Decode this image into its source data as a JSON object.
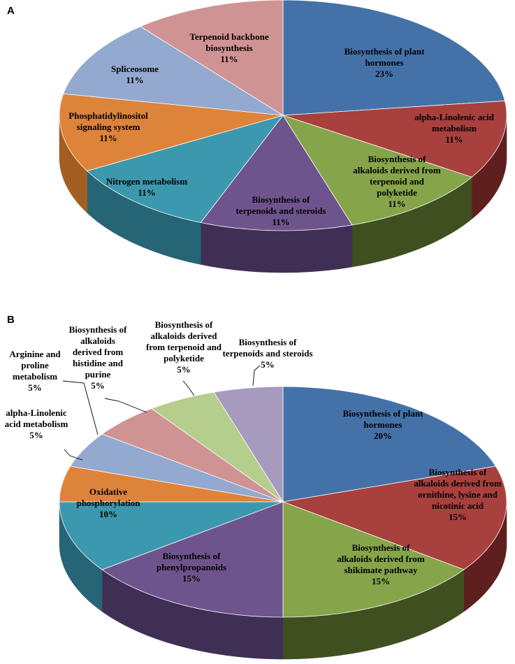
{
  "chart_data": [
    {
      "type": "pie",
      "panel_label": "A",
      "title": "",
      "slices": [
        {
          "label": "Biosynthesis of plant hormones",
          "percent": "23%",
          "value": 23,
          "color": "#4472A8",
          "side": "#2B4A6F"
        },
        {
          "label": "alpha-Linolenic acid metabolism",
          "percent": "11%",
          "value": 11,
          "color": "#A8403E",
          "side": "#5E1F1E"
        },
        {
          "label": "Biosynthesis of alkaloids derived from terpenoid and polyketide",
          "percent": "11%",
          "value": 11,
          "color": "#86A44A",
          "side": "#3F4F20"
        },
        {
          "label": "Biosynthesis of terpenoids and steroids",
          "percent": "11%",
          "value": 11,
          "color": "#6E548D",
          "side": "#3F2F55"
        },
        {
          "label": "Nitrogen metabolism",
          "percent": "11%",
          "value": 11,
          "color": "#3C98AE",
          "side": "#256575"
        },
        {
          "label": "Phosphatidylinositol signaling system",
          "percent": "11%",
          "value": 11,
          "color": "#DE833A",
          "side": "#A35E22"
        },
        {
          "label": "Spliceosome",
          "percent": "11%",
          "value": 11,
          "color": "#93A9CF",
          "side": "#6A7FA3"
        },
        {
          "label": "Terpenoid backbone biosynthesis",
          "percent": "11%",
          "value": 11,
          "color": "#D09393",
          "side": "#9B6565"
        }
      ]
    },
    {
      "type": "pie",
      "panel_label": "B",
      "title": "",
      "slices": [
        {
          "label": "Biosynthesis of plant hormones",
          "percent": "20%",
          "value": 20,
          "color": "#4472A8",
          "side": "#2B4A6F"
        },
        {
          "label": "Biosynthesis of alkaloids derived from ornithine, lysine and nicotinic acid",
          "percent": "15%",
          "value": 15,
          "color": "#A8403E",
          "side": "#5E1F1E"
        },
        {
          "label": "Biosynthesis of alkaloids derived from shikimate pathway",
          "percent": "15%",
          "value": 15,
          "color": "#86A44A",
          "side": "#3F4F20"
        },
        {
          "label": "Biosynthesis of phenylpropanoids",
          "percent": "15%",
          "value": 15,
          "color": "#6E548D",
          "side": "#3F2F55"
        },
        {
          "label": "Oxidative phosphorylation",
          "percent": "10%",
          "value": 10,
          "color": "#3C98AE",
          "side": "#256575"
        },
        {
          "label": "alpha-Linolenic acid metabolism",
          "percent": "5%",
          "value": 5,
          "color": "#DE833A",
          "side": "#A35E22"
        },
        {
          "label": "Arginine and proline metabolism",
          "percent": "5%",
          "value": 5,
          "color": "#93A9CF",
          "side": "#6A7FA3"
        },
        {
          "label": "Biosynthesis of alkaloids derived from histidine and purine",
          "percent": "5%",
          "value": 5,
          "color": "#D09393",
          "side": "#9B6565"
        },
        {
          "label": "Biosynthesis of alkaloids derived from terpenoid and polyketide",
          "percent": "5%",
          "value": 5,
          "color": "#B6CE8D",
          "side": "#7E9360"
        },
        {
          "label": "Biosynthesis of terpenoids and steroids",
          "percent": "5%",
          "value": 5,
          "color": "#A79ABF",
          "side": "#736A88"
        }
      ]
    }
  ]
}
